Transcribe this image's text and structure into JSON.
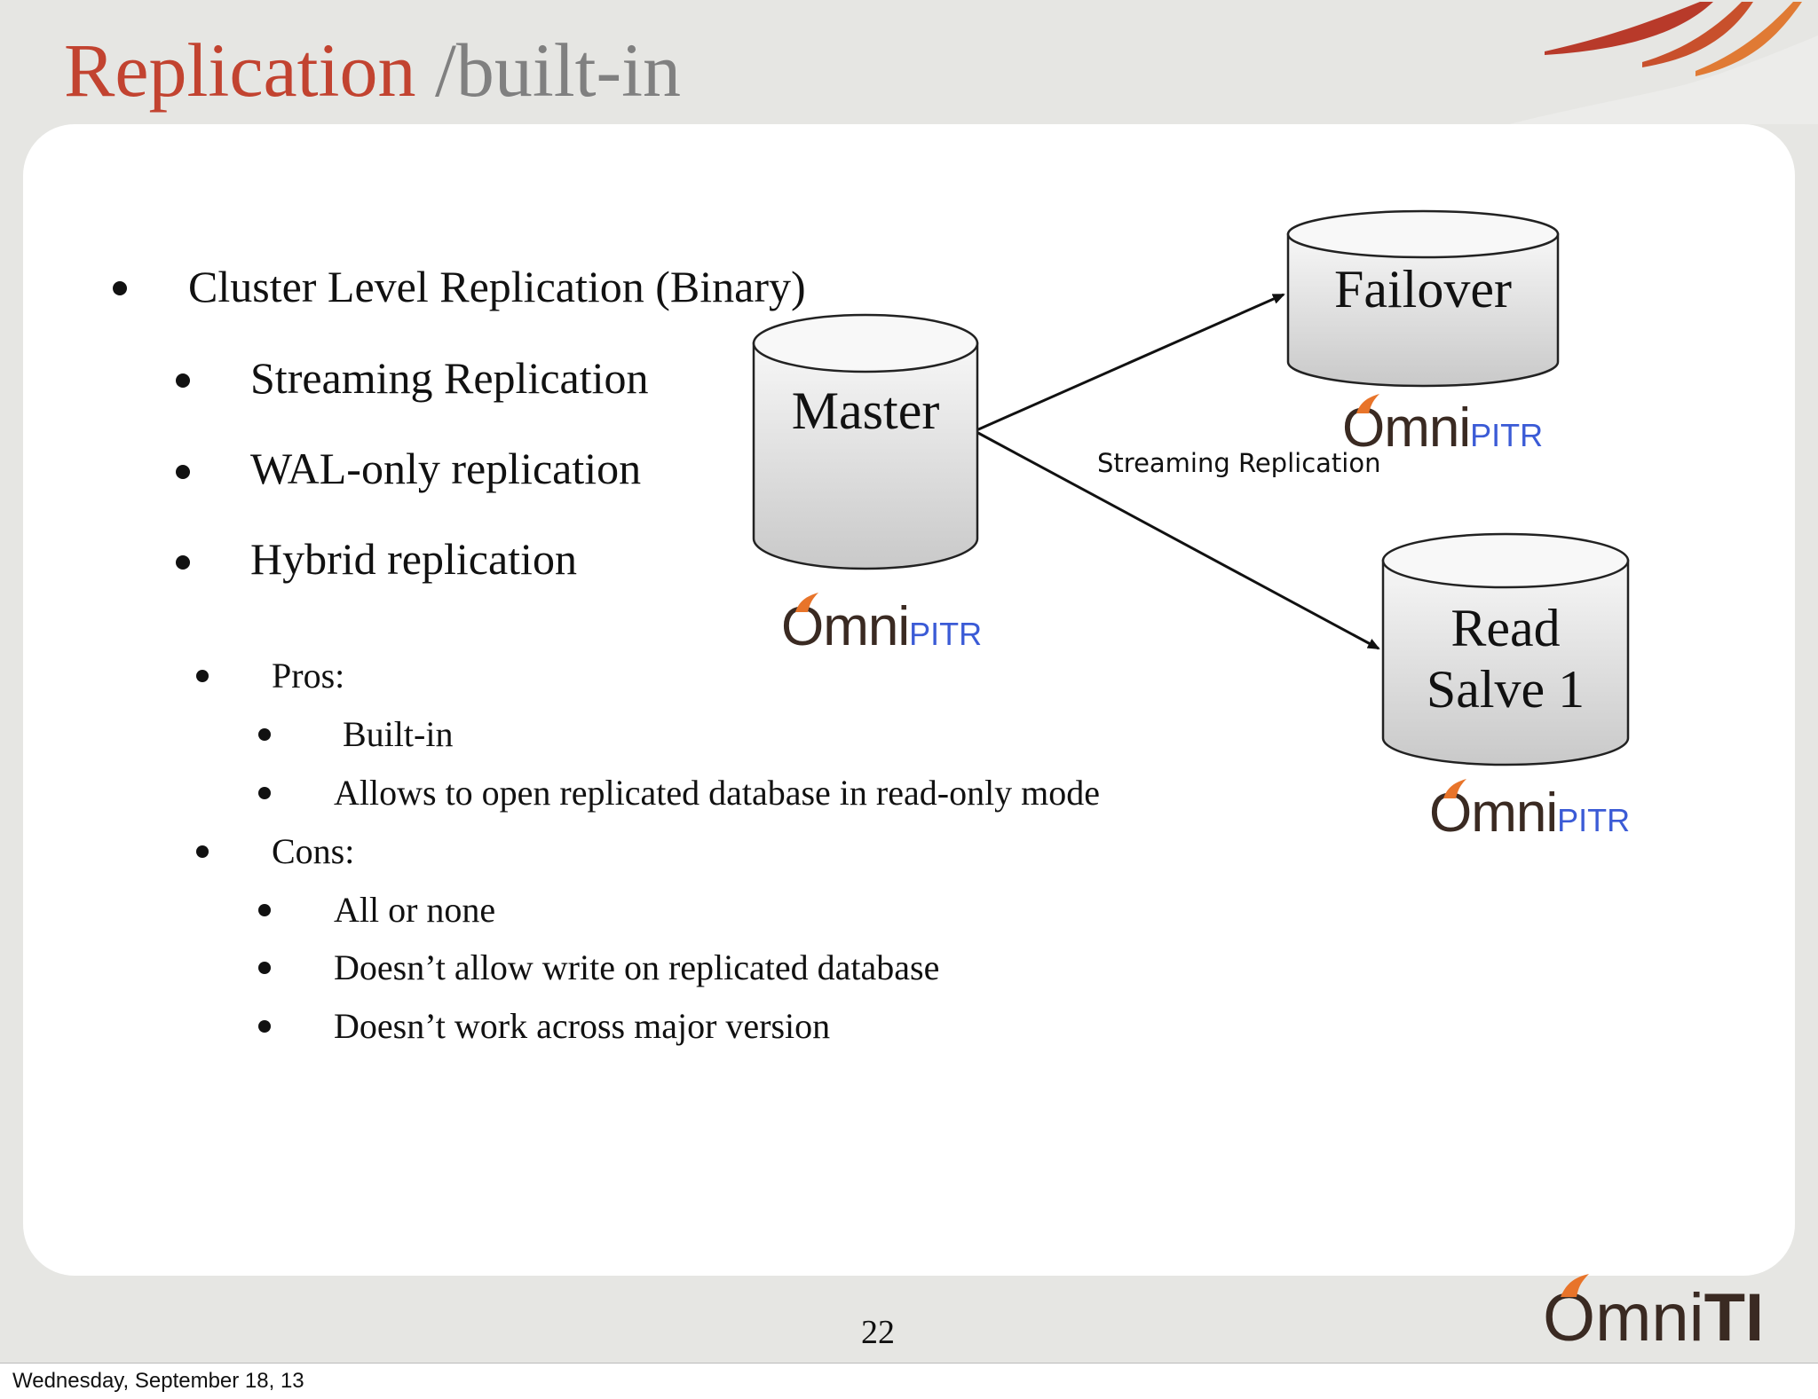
{
  "slide": {
    "title_main": "Replication",
    "title_sub": " /built-in",
    "page_number": "22",
    "footer_logo_a": "Omni",
    "footer_logo_b": "TI",
    "footer_logo_accent_color": "#e8742a"
  },
  "bullets": {
    "b1": "Cluster Level Replication (Binary)",
    "b1_1": "Streaming Replication",
    "b1_2": "WAL-only replication",
    "b1_3": "Hybrid replication",
    "pros": "Pros:",
    "pros_1": "Built-in",
    "pros_2": "Allows to open replicated database in read-only mode",
    "cons": "Cons:",
    "cons_1": "All or none",
    "cons_2": "Doesn’t allow write on replicated database",
    "cons_3": "Doesn’t work across major version"
  },
  "diagram": {
    "master_label": "Master",
    "failover_label": "Failover",
    "read_slave_line1": "Read",
    "read_slave_line2": "Salve 1",
    "edge_label": "Streaming Replication",
    "logo_omni": "Omni",
    "logo_pitr": "PITR"
  },
  "status_bar": {
    "date": "Wednesday, September 18, 13"
  },
  "colors": {
    "title_red": "#c24330",
    "title_gray": "#808080",
    "pitr_blue": "#3b5bd6",
    "flame_orange": "#e8742a"
  }
}
